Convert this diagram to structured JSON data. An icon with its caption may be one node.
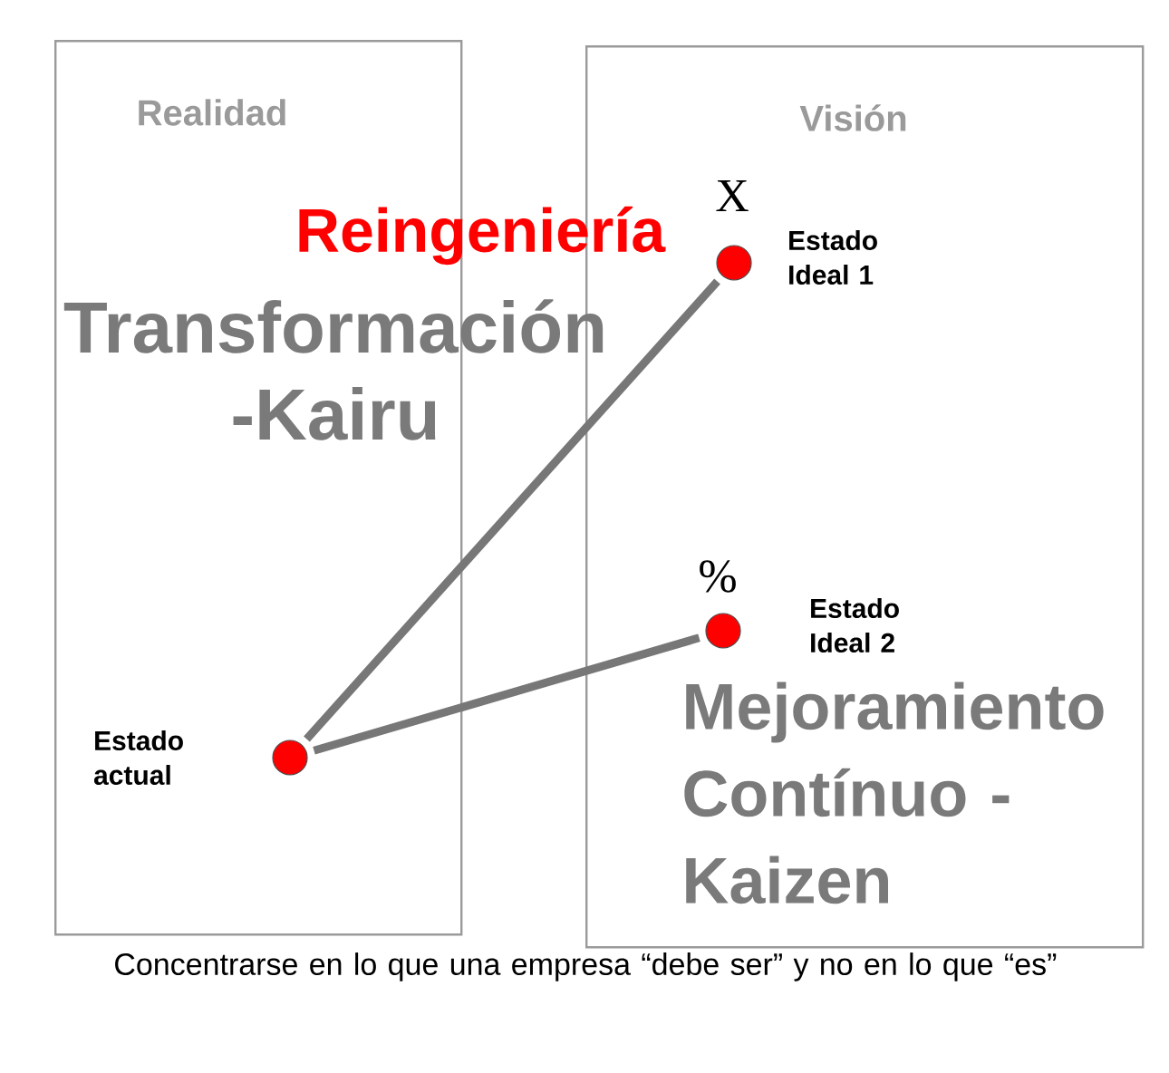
{
  "diagram": {
    "caption": "Concentrarse en lo que una empresa “debe ser” y no en lo que “es”",
    "nodes": [
      {
        "text": [
          "Realidad"
        ]
      },
      {
        "text": [
          "Visión"
        ]
      },
      {
        "text": [],
        "shape": "circle",
        "in": 0,
        "beside": [
          "Estado actual"
        ]
      },
      {
        "text": [],
        "shape": "circle",
        "in": 1,
        "beside": [
          "X",
          "Estado Ideal 1"
        ]
      },
      {
        "text": [],
        "shape": "circle",
        "in": 1,
        "beside": [
          "%",
          "Estado Ideal 2"
        ]
      }
    ],
    "edges": [
      {
        "from": 2,
        "to": 3,
        "arrow": "none"
      },
      {
        "from": 2,
        "to": 4,
        "arrow": "none"
      }
    ],
    "labels": [
      "Reingeniería",
      "Transformación -Kairu",
      "Mejoramiento Contínuo - Kaizen"
    ]
  }
}
